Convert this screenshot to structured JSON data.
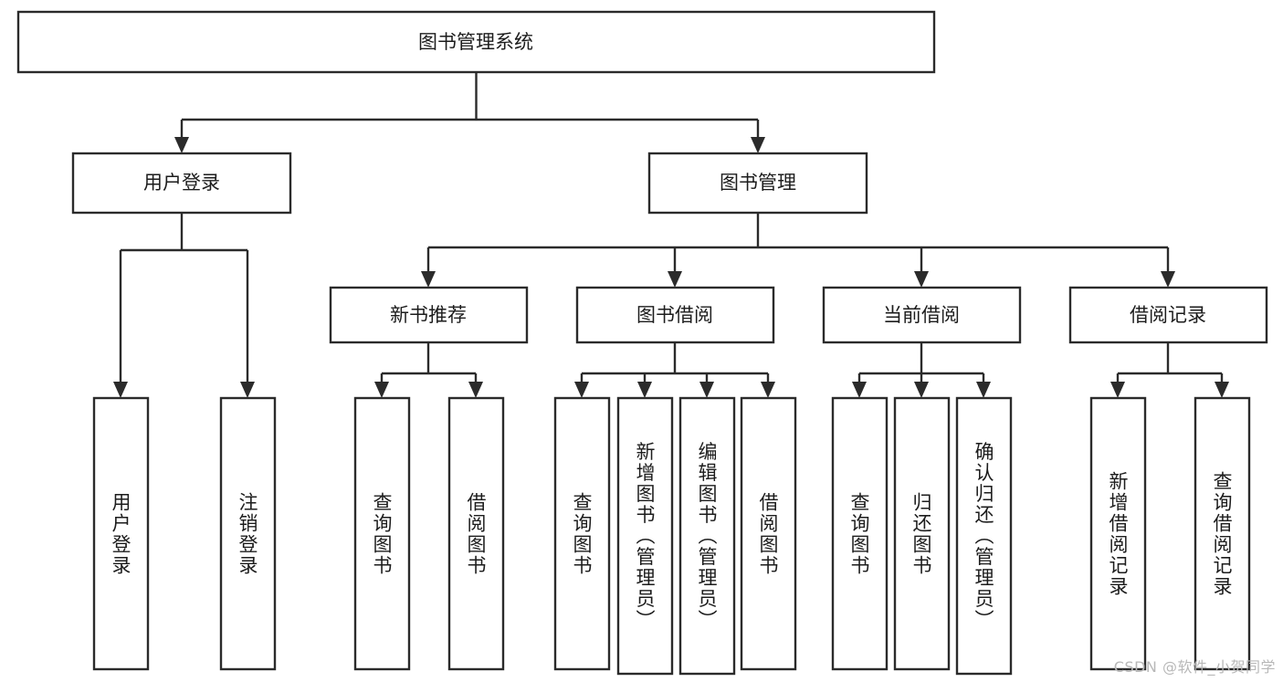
{
  "diagram": {
    "title": "图书管理系统",
    "type": "tree-hierarchy-diagram",
    "colors": {
      "box_stroke": "#2b2b2b",
      "box_fill": "#ffffff",
      "text": "#1c1c1c",
      "background": "#ffffff",
      "watermark": "#b8b8b8"
    },
    "root": {
      "label": "图书管理系统"
    },
    "level2": [
      {
        "label": "用户登录"
      },
      {
        "label": "图书管理"
      }
    ],
    "level3": [
      {
        "label": "新书推荐"
      },
      {
        "label": "图书借阅"
      },
      {
        "label": "当前借阅"
      },
      {
        "label": "借阅记录"
      }
    ],
    "leaves": {
      "user_login": [
        {
          "label": "用户登录"
        },
        {
          "label": "注销登录"
        }
      ],
      "new_book_recommend": [
        {
          "label": "查询图书"
        },
        {
          "label": "借阅图书"
        }
      ],
      "book_borrow": [
        {
          "label": "查询图书"
        },
        {
          "label": "新增图书（管理员）"
        },
        {
          "label": "编辑图书（管理员）"
        },
        {
          "label": "借阅图书"
        }
      ],
      "current_borrow": [
        {
          "label": "查询图书"
        },
        {
          "label": "归还图书"
        },
        {
          "label": "确认归还（管理员）"
        }
      ],
      "borrow_record": [
        {
          "label": "新增借阅记录"
        },
        {
          "label": "查询借阅记录"
        }
      ]
    }
  },
  "watermark": {
    "text": "CSDN @软件_小贺同学"
  }
}
